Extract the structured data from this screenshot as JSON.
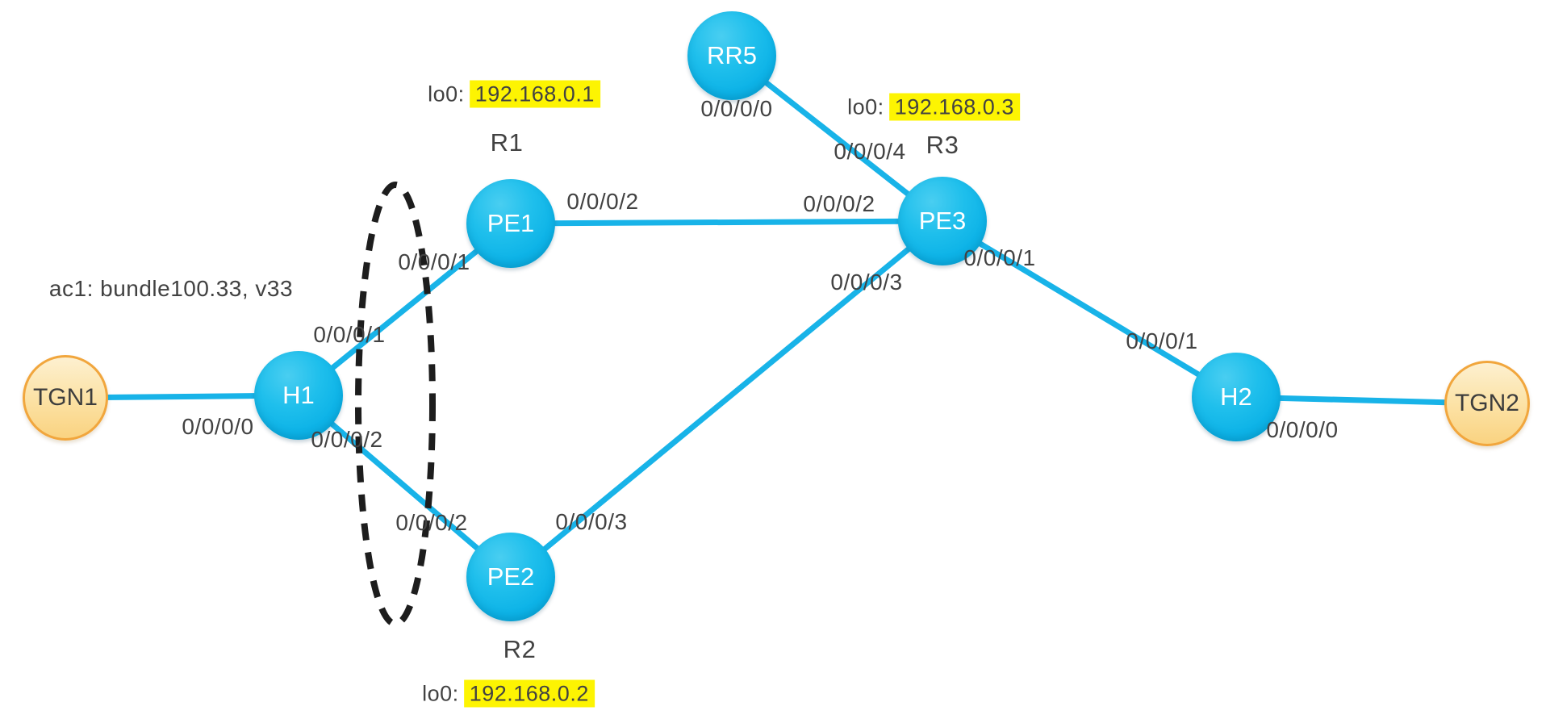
{
  "colors": {
    "router_fill": "#0db3e7",
    "link": "#18b3e8",
    "tgn_fill": "#fce3a8",
    "tgn_border": "#f1a63d",
    "highlight": "#fdf402",
    "label_text": "#424242",
    "ellipse_stroke": "#1d1d1d"
  },
  "annotation": {
    "text": "ac1: bundle100.33, v33"
  },
  "nodes": {
    "tgn1": {
      "label": "TGN1"
    },
    "h1": {
      "label": "H1"
    },
    "pe1": {
      "label": "PE1",
      "router_name": "R1",
      "loopback_label": "lo0:",
      "loopback_ip": "192.168.0.1"
    },
    "pe2": {
      "label": "PE2",
      "router_name": "R2",
      "loopback_label": "lo0:",
      "loopback_ip": "192.168.0.2"
    },
    "pe3": {
      "label": "PE3",
      "router_name": "R3",
      "loopback_label": "lo0:",
      "loopback_ip": "192.168.0.3"
    },
    "rr5": {
      "label": "RR5"
    },
    "h2": {
      "label": "H2"
    },
    "tgn2": {
      "label": "TGN2"
    }
  },
  "interface_labels": {
    "rr5_to_pe3": "0/0/0/0",
    "pe3_to_rr5": "0/0/0/4",
    "pe1_to_pe3": "0/0/0/2",
    "pe3_to_pe1": "0/0/0/2",
    "pe1_to_h1": "0/0/0/1",
    "h1_to_pe1": "0/0/0/1",
    "h1_to_tgn1": "0/0/0/0",
    "h1_to_pe2": "0/0/0/2",
    "pe2_to_h1": "0/0/0/2",
    "pe2_to_pe3": "0/0/0/3",
    "pe3_to_pe2": "0/0/0/3",
    "pe3_to_h2": "0/0/0/1",
    "h2_to_pe3": "0/0/0/1",
    "h2_to_tgn2": "0/0/0/0"
  }
}
